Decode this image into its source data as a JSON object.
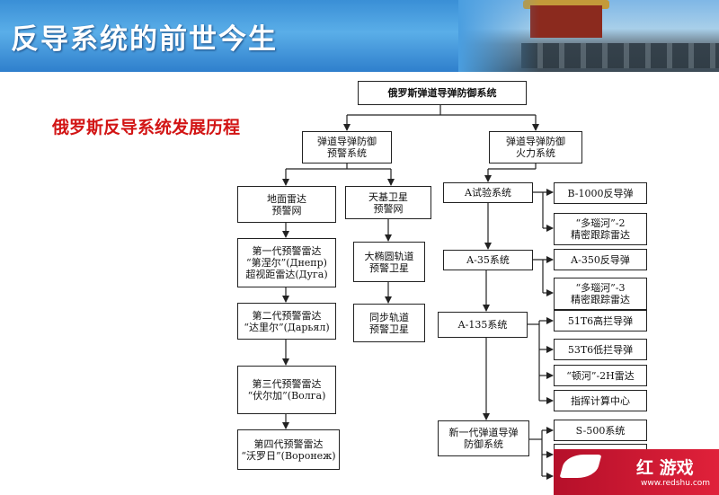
{
  "header": {
    "title": "反导系统的前世今生"
  },
  "subtitle": "俄罗斯反导系统发展历程",
  "nodes": {
    "root": "俄罗斯弹道导弹防御系统",
    "warning": "弹道导弹防御\n预警系统",
    "fire": "弹道导弹防御\n火力系统",
    "ground": "地面雷达\n预警网",
    "space": "天基卫星\n预警网",
    "gen1": "第一代预警雷达\n“第涅尔”(Днепр)\n超视距雷达(Дуга)",
    "gen2": "第二代预警雷达\n“达里尔”(Дарьял)",
    "gen3": "第三代预警雷达\n“伏尔加”(Волга)",
    "gen4": "第四代预警雷达\n“沃罗日”(Воронеж)",
    "ellipse": "大椭圆轨道\n预警卫星",
    "geo": "同步轨道\n预警卫星",
    "a_test": "A试验系统",
    "b1000": "B-1000反导弹",
    "duohe2": "“多瑙河”-2\n精密跟踪雷达",
    "a35": "A-35系统",
    "a350": "A-350反导弹",
    "duohe3": "“多瑙河”-3\n精密跟踪雷达",
    "a135": "A-135系统",
    "t6_51": "51T6高拦导弹",
    "t6_53": "53T6低拦导弹",
    "dun2h": "“顿河”-2H雷达",
    "command": "指挥计算中心",
    "new_gen": "新一代弹道导弹\n防御系统",
    "s500": "S-500系统"
  },
  "logo": {
    "text": "红 游戏",
    "url": "www.redshu.com"
  },
  "colors": {
    "header_blue": "#3a8fd6",
    "subtitle_red": "#d21515",
    "logo_red": "#d01a33"
  }
}
